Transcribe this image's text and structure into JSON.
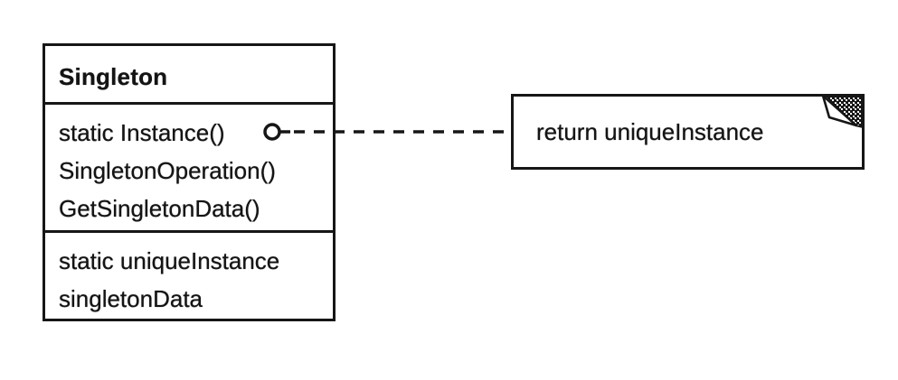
{
  "diagram": {
    "kind": "uml-class-diagram",
    "class_box": {
      "title": "Singleton",
      "methods": [
        "static Instance()",
        "SingletonOperation()",
        "GetSingletonData()"
      ],
      "attributes": [
        "static uniqueInstance",
        "singletonData"
      ]
    },
    "note": {
      "text": "return uniqueInstance"
    },
    "connector": {
      "style": "dashed",
      "endpoint": "circle",
      "from_member": "static Instance()",
      "to": "note"
    },
    "colors": {
      "ink": "#161616",
      "background": "#ffffff"
    }
  }
}
